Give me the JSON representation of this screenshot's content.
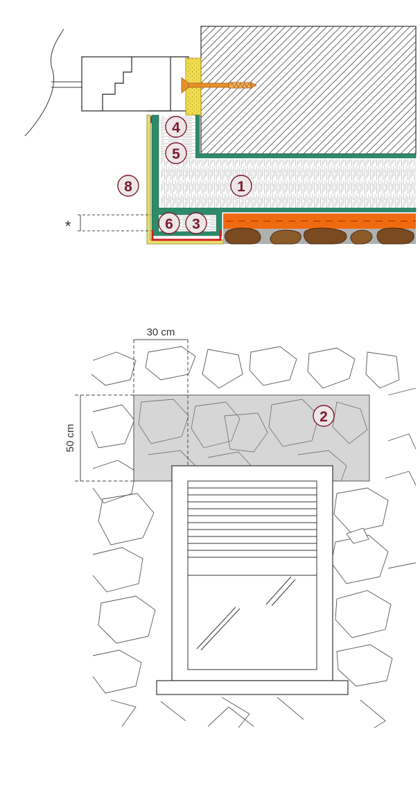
{
  "colors": {
    "marker_fill": "#ede6e8",
    "marker_stroke": "#7a1a2e",
    "marker_text": "#7a1a2e",
    "membrane_green": "#2d8a6a",
    "cladding_yellow": "#e8e070",
    "foam_yellow": "#f0dc50",
    "screw_orange": "#e8902a",
    "tape_purple": "#9020c0",
    "edge_red": "#d42020",
    "drain_orange": "#f06a10",
    "masonry_hatch": "#444444",
    "stone_brown": "#7a4a20",
    "stone_grey": "#909090",
    "lintel_grey": "#d6d6d6",
    "line_dark": "#333333"
  },
  "section_detail": {
    "markers": {
      "m1": "1",
      "m3": "3",
      "m4": "4",
      "m5": "5",
      "m6": "6",
      "m8": "8"
    },
    "tolerance_symbol": "*",
    "icons": [
      "screw-icon",
      "wall-plug-icon"
    ]
  },
  "elevation_detail": {
    "width_label": "30 cm",
    "height_label": "50 cm",
    "markers": {
      "m2": "2"
    },
    "window_slat_count": 11
  }
}
